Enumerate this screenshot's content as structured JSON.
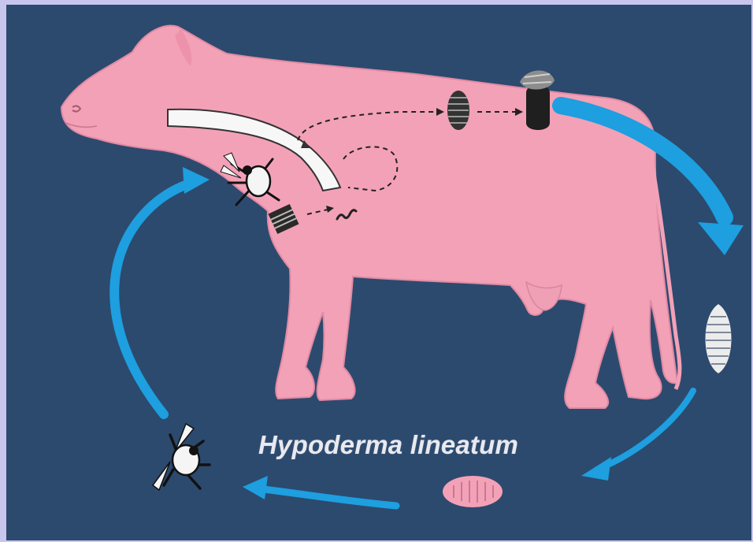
{
  "diagram": {
    "species_name": "Hypoderma lineatum",
    "colors": {
      "page_border": "#c9c6ee",
      "background": "#2c4a6e",
      "host_body": "#f3a1b7",
      "host_outline": "#e08aa3",
      "cycle_arrow": "#1d9fe0",
      "parasite_stage": "#eeeeee",
      "internal_path": "#222222"
    },
    "icons": [
      "cow-host",
      "adult-fly-icon",
      "egg-cluster-icon",
      "first-instar-larva-icon",
      "esophagus-migration-tube",
      "warble-larva-icon",
      "emerging-larva-icon",
      "mature-larva-icon",
      "pupa-icon",
      "cycle-arrow"
    ]
  }
}
